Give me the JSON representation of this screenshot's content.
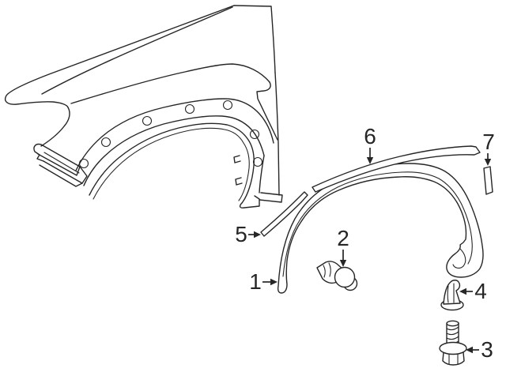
{
  "canvas": {
    "background": "#ffffff",
    "ink": "#262626",
    "description": "exploded parts line diagram of front fender with wheel arch molding, moldings tape strips and fasteners"
  },
  "callouts": [
    {
      "label": "1"
    },
    {
      "label": "2"
    },
    {
      "label": "3"
    },
    {
      "label": "4"
    },
    {
      "label": "5"
    },
    {
      "label": "6"
    },
    {
      "label": "7"
    }
  ]
}
